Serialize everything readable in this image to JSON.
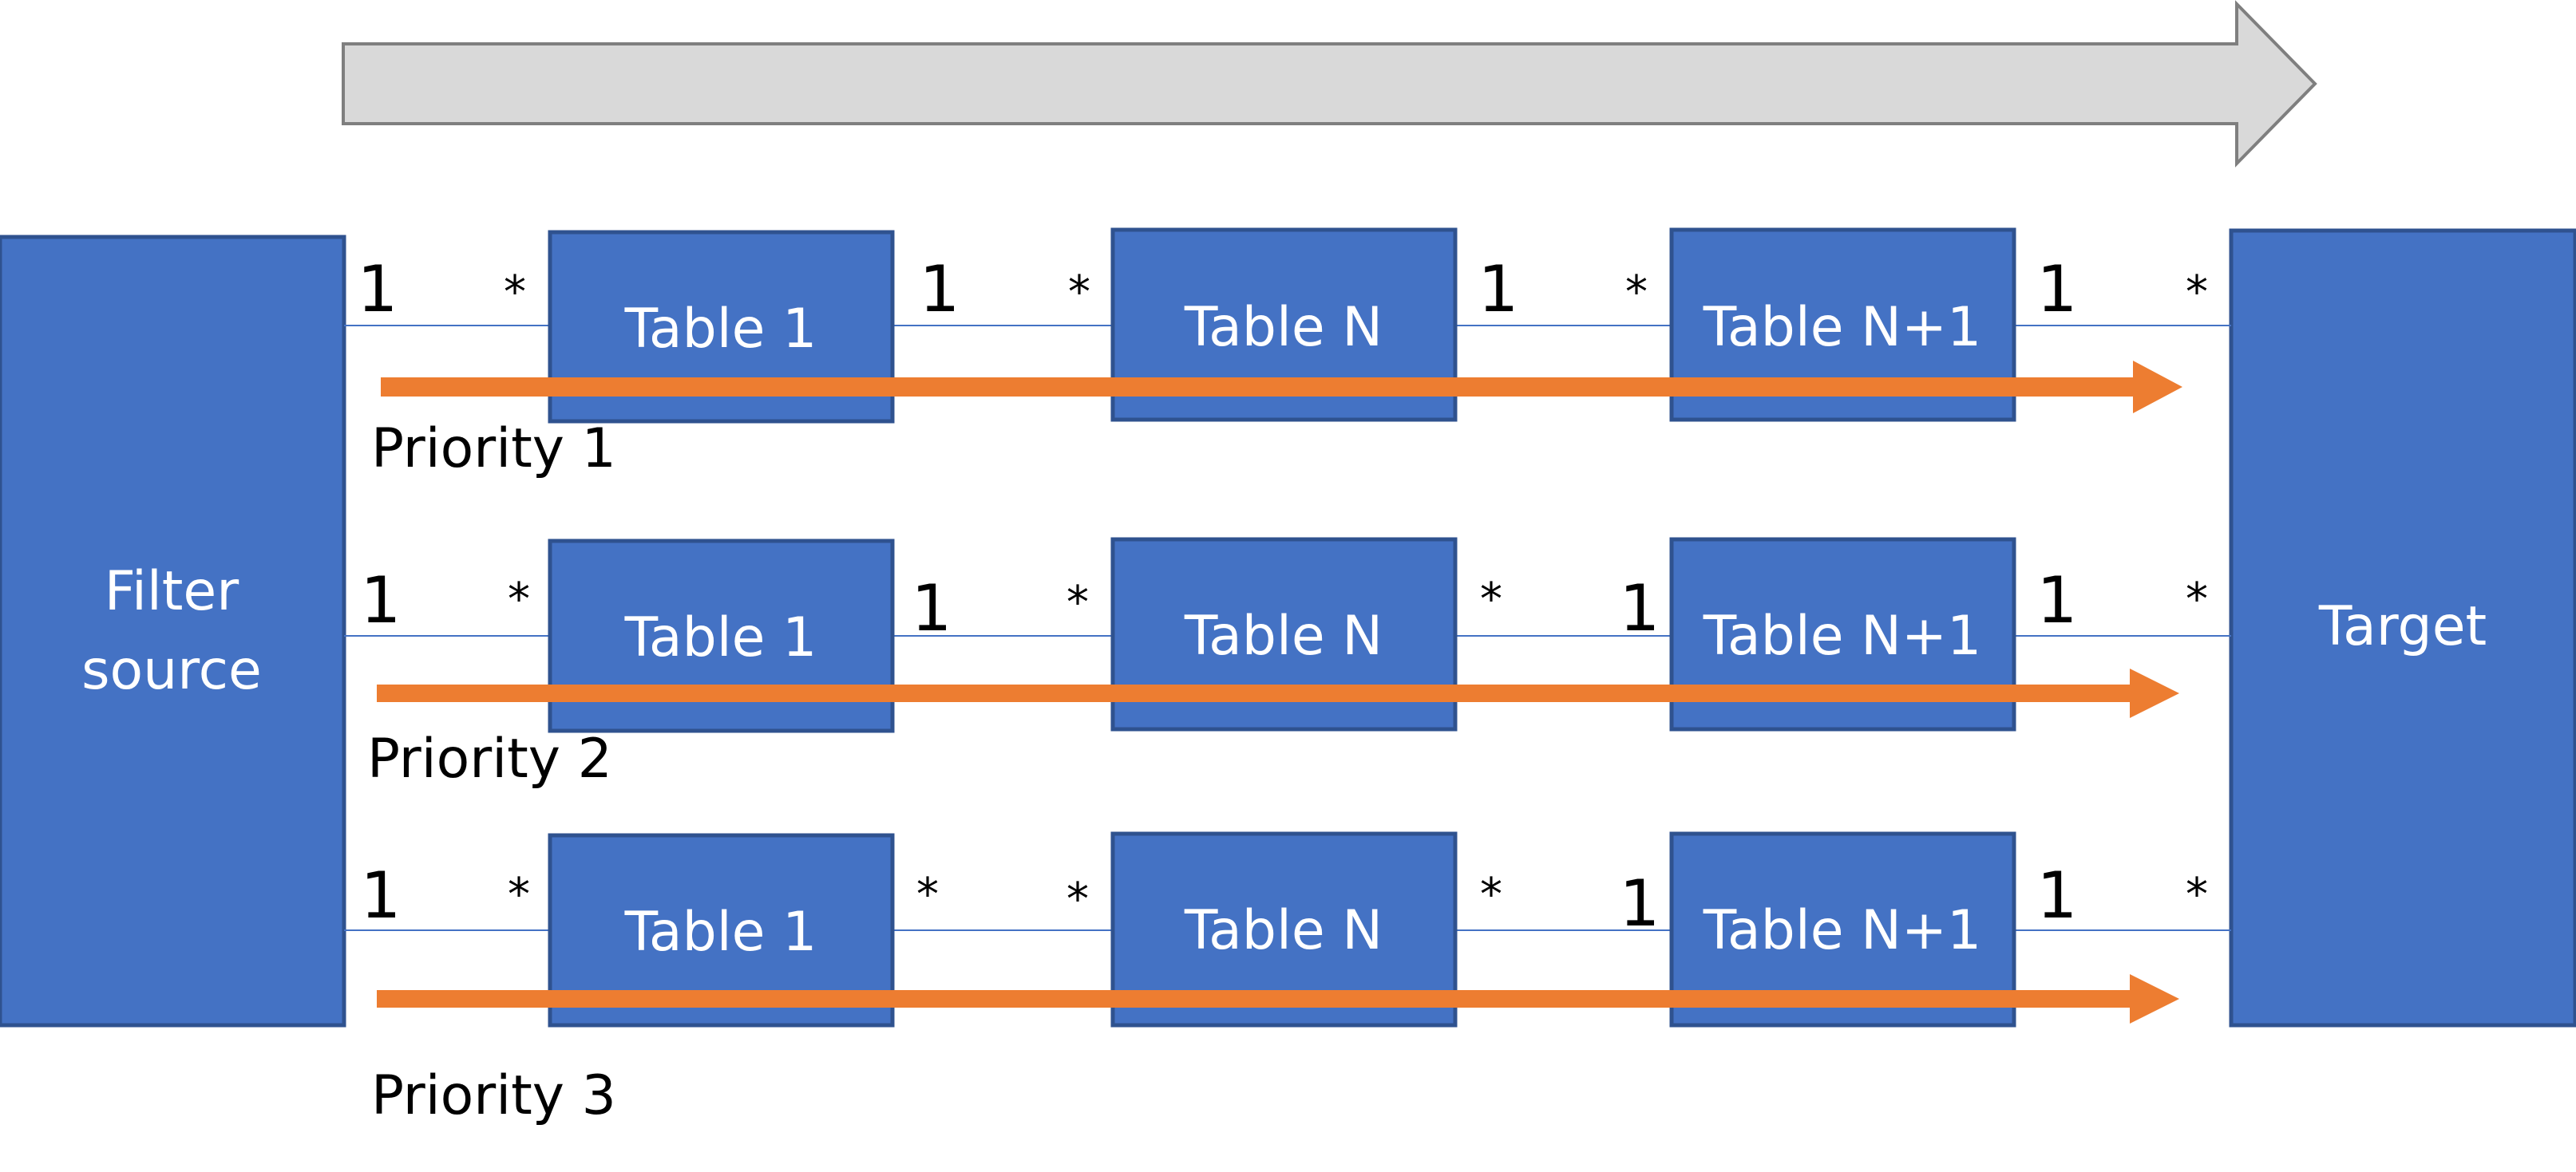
{
  "colors": {
    "box_fill": "#4472c4",
    "box_stroke": "#2f528f",
    "connector": "#4472c4",
    "flow_arrow": "#ed7d31",
    "direction_arrow_fill": "#d9d9d9",
    "direction_arrow_stroke": "#7f7f7f"
  },
  "source": {
    "label_line1": "Filter",
    "label_line2": "source"
  },
  "target": {
    "label": "Target"
  },
  "lanes": [
    {
      "priority_label": "Priority 1",
      "tables": [
        "Table 1",
        "Table N",
        "Table N+1"
      ],
      "multiplicities": [
        [
          "1",
          "*"
        ],
        [
          "1",
          "*"
        ],
        [
          "1",
          "*"
        ],
        [
          "1",
          "*"
        ]
      ]
    },
    {
      "priority_label": "Priority 2",
      "tables": [
        "Table 1",
        "Table N",
        "Table N+1"
      ],
      "multiplicities": [
        [
          "1",
          "*"
        ],
        [
          "1",
          "*"
        ],
        [
          "*",
          "1"
        ],
        [
          "1",
          "*"
        ]
      ]
    },
    {
      "priority_label": "Priority 3",
      "tables": [
        "Table 1",
        "Table N",
        "Table N+1"
      ],
      "multiplicities": [
        [
          "1",
          "*"
        ],
        [
          "*",
          "*"
        ],
        [
          "*",
          "1"
        ],
        [
          "1",
          "*"
        ]
      ]
    }
  ]
}
